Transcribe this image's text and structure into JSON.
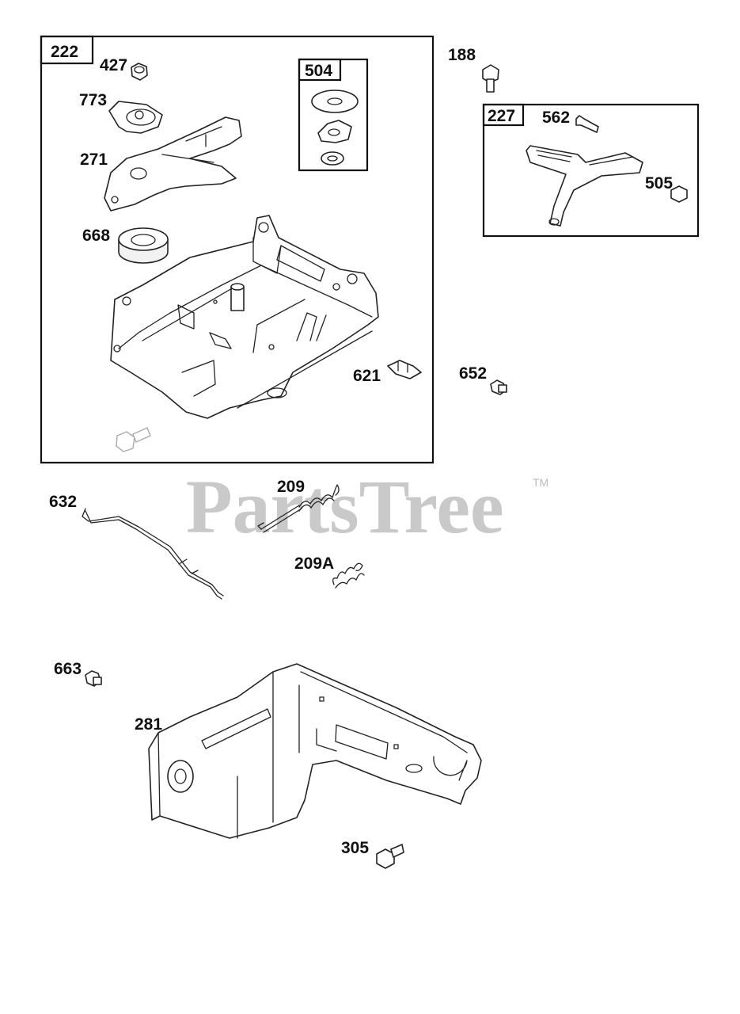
{
  "watermark": {
    "brand": "PartsTree",
    "trademark": "TM"
  },
  "labels": {
    "l222": "222",
    "l427": "427",
    "l773": "773",
    "l271": "271",
    "l668": "668",
    "l504": "504",
    "l188": "188",
    "l227": "227",
    "l562": "562",
    "l505": "505",
    "l621": "621",
    "l652": "652",
    "l632": "632",
    "l209": "209",
    "l209a": "209A",
    "l663": "663",
    "l281": "281",
    "l305": "305"
  },
  "colors": {
    "line": "#222222",
    "watermark": "#c9c9c9",
    "background": "#ffffff"
  }
}
